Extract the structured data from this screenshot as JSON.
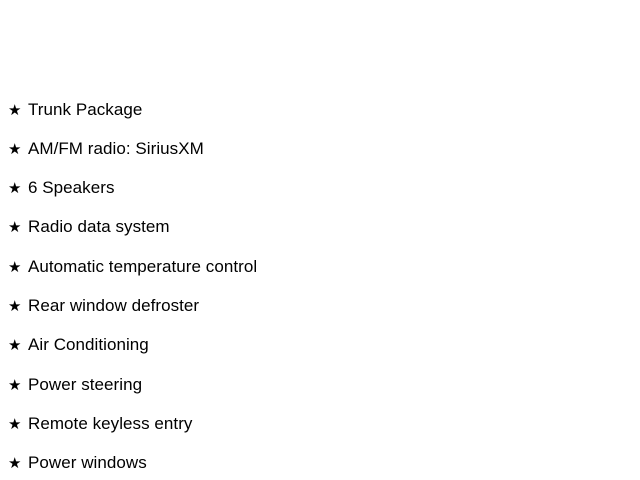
{
  "page": {
    "background_color": "#ffffff",
    "text_color": "#000000",
    "bullet_glyph": "★",
    "bullet_icon_name": "star-bullet-icon"
  },
  "features": {
    "items": [
      {
        "label": "Trunk Package"
      },
      {
        "label": "AM/FM radio: SiriusXM"
      },
      {
        "label": "6 Speakers"
      },
      {
        "label": "Radio data system"
      },
      {
        "label": "Automatic temperature control"
      },
      {
        "label": "Rear window defroster"
      },
      {
        "label": "Air Conditioning"
      },
      {
        "label": "Power steering"
      },
      {
        "label": "Remote keyless entry"
      },
      {
        "label": "Power windows"
      }
    ]
  }
}
